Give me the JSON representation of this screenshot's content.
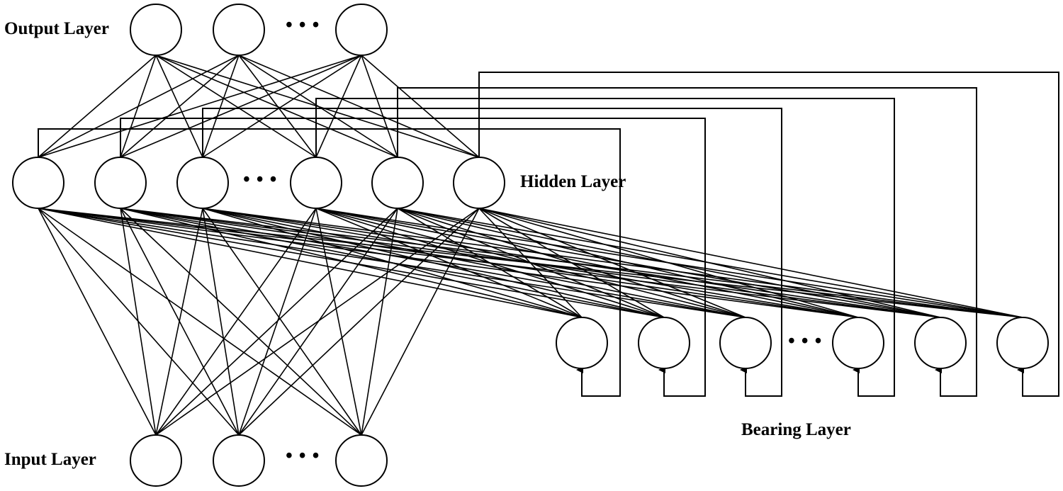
{
  "labels": {
    "output": "Output Layer",
    "hidden": "Hidden Layer",
    "input": "Input Layer",
    "bearing": "Bearing Layer"
  },
  "ellipsis": "• • •",
  "layers": {
    "output_nodes": 3,
    "hidden_nodes": 6,
    "input_nodes": 3,
    "bearing_nodes": 6
  },
  "colors": {
    "stroke": "#000000",
    "background": "#ffffff"
  }
}
